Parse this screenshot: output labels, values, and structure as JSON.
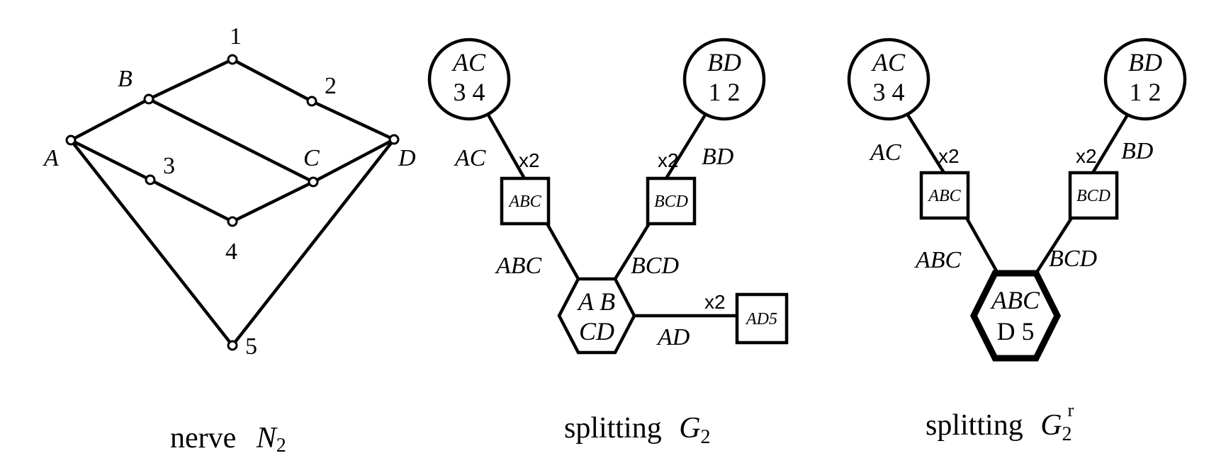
{
  "panels": {
    "nerve": {
      "caption_text": "nerve",
      "caption_symbol": "N",
      "caption_sub": "2",
      "vertex_labels": {
        "v1": "1",
        "v2": "2",
        "v3": "3",
        "v4": "4",
        "v5": "5",
        "vA": "A",
        "vB": "B",
        "vC": "C",
        "vD": "D"
      }
    },
    "splitting": {
      "caption_text": "splitting",
      "caption_symbol": "G",
      "caption_sub": "2",
      "circle_left": {
        "top": "AC",
        "bottom": "3 4"
      },
      "circle_right": {
        "top": "BD",
        "bottom": "1 2"
      },
      "box_left": "ABC",
      "box_right": "BCD",
      "box_far": "AD5",
      "hex": {
        "top": "A B",
        "bottom": "CD"
      },
      "edge_labels": {
        "ac": "AC",
        "bd": "BD",
        "abc": "ABC",
        "bcd": "BCD",
        "ad": "AD"
      },
      "mult": {
        "left": "x2",
        "right": "x2",
        "far": "x2"
      }
    },
    "splitting_r": {
      "caption_text": "splitting",
      "caption_symbol": "G",
      "caption_sub": "2",
      "caption_sup": "r",
      "circle_left": {
        "top": "AC",
        "bottom": "3 4"
      },
      "circle_right": {
        "top": "BD",
        "bottom": "1 2"
      },
      "box_left": "ABC",
      "box_right": "BCD",
      "hex": {
        "top": "ABC",
        "bottom": "D 5"
      },
      "edge_labels": {
        "ac": "AC",
        "bd": "BD",
        "abc": "ABC",
        "bcd": "BCD"
      },
      "mult": {
        "left": "x2",
        "right": "x2"
      }
    }
  }
}
